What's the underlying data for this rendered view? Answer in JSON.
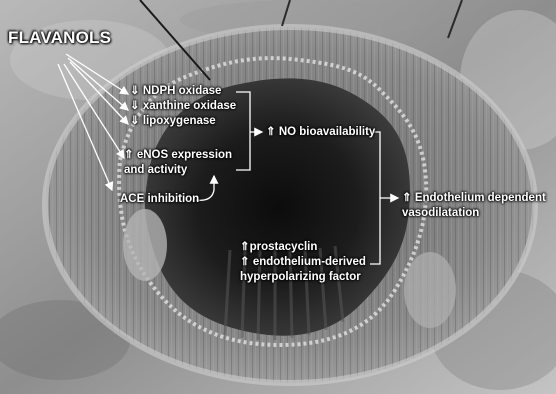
{
  "title": "FLAVANOLS",
  "inhibited_enzymes": [
    "⇓ NDPH oxidase",
    "⇓ xanthine  oxidase",
    "⇓ lipoxygenase"
  ],
  "enos": [
    "⇑ eNOS expression",
    "and  activity"
  ],
  "ace": "ACE inhibition",
  "no_bioavailability": "⇑ NO bioavailability",
  "endothelial_factors": [
    "⇑prostacyclin",
    "⇑ endothelium-derived",
    "hyperpolarizing factor"
  ],
  "outcome": [
    "⇑  Endothelium dependent",
    "vasodilatation"
  ]
}
